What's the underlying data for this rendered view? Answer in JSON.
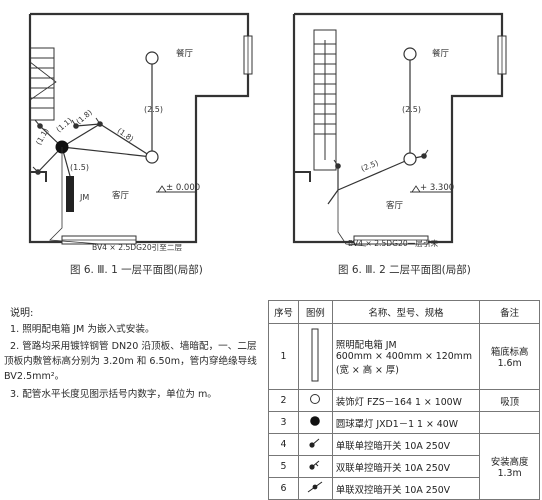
{
  "plan1": {
    "room_top": "餐厅",
    "room_bottom": "客厅",
    "elevation": "± 0.000",
    "panel": "JM",
    "cable_note": "BV4 × 2.5DG20引至二层",
    "seg_labels": [
      "(2.5)",
      "(1.5)",
      "(1.1)",
      "(1.1)",
      "(1.8)",
      "(1.8)"
    ],
    "caption": "图 6. Ⅲ. 1    一层平面图(局部)"
  },
  "plan2": {
    "room_top": "餐厅",
    "room_bottom": "客厅",
    "elevation": "+ 3.300",
    "cable_note": "BV4 × 2.5DG20一层引来",
    "seg_labels": [
      "(2.5)",
      "(2.5)"
    ],
    "caption": "图 6. Ⅲ. 2    二层平面图(局部)"
  },
  "notes": {
    "heading": "说明:",
    "items": [
      "1. 照明配电箱 JM 为嵌入式安装。",
      "2. 管路均采用镀锌钢管 DN20 沿顶板、墙暗配，一、二层顶板内敷管标高分别为 3.20m 和 6.50m，管内穿绝缘导线 BV2.5mm²。",
      "3. 配管水平长度见图示括号内数字，单位为 m。"
    ]
  },
  "legend": {
    "headers": [
      "序号",
      "图例",
      "名称、型号、规格",
      "备注"
    ],
    "rows": [
      {
        "no": "1",
        "spec_lines": [
          "照明配电箱 JM",
          "600mm × 400mm × 120mm",
          "(宽 × 高 × 厚)"
        ],
        "remark": "箱底标高1.6m"
      },
      {
        "no": "2",
        "spec_lines": [
          "装饰灯 FZS－164    1 × 100W"
        ],
        "remark": "吸顶"
      },
      {
        "no": "3",
        "spec_lines": [
          "圆球罩灯 JXD1－1    1 × 40W"
        ],
        "remark": ""
      },
      {
        "no": "4",
        "spec_lines": [
          "单联单控暗开关 10A    250V"
        ],
        "remark": "安装高度 1.3m"
      },
      {
        "no": "5",
        "spec_lines": [
          "双联单控暗开关 10A    250V"
        ],
        "remark": ""
      },
      {
        "no": "6",
        "spec_lines": [
          "单联双控暗开关 10A    250V"
        ],
        "remark": ""
      }
    ]
  }
}
